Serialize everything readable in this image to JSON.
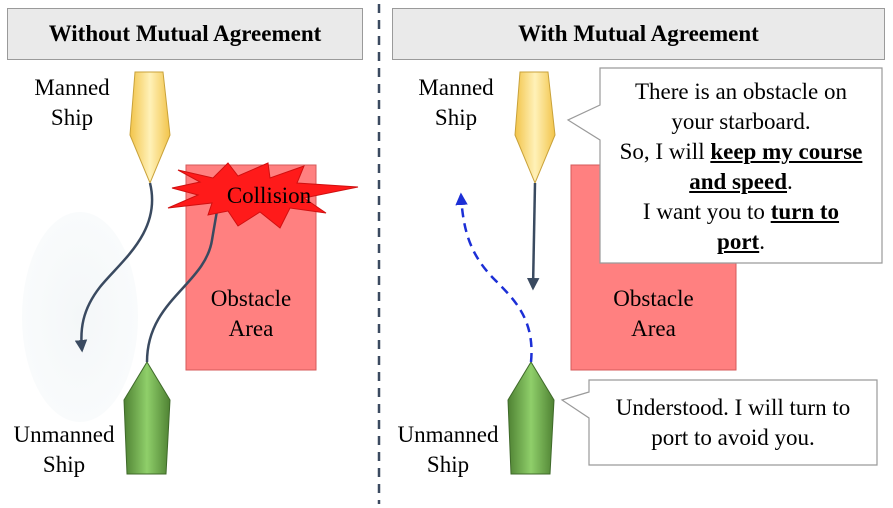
{
  "headers": {
    "left": "Without Mutual Agreement",
    "right": "With Mutual Agreement"
  },
  "left_panel": {
    "manned_line1": "Manned",
    "manned_line2": "Ship",
    "unmanned_line1": "Unmanned",
    "unmanned_line2": "Ship",
    "obstacle_line1": "Obstacle",
    "obstacle_line2": "Area",
    "collision": "Collision"
  },
  "right_panel": {
    "manned_line1": "Manned",
    "manned_line2": "Ship",
    "unmanned_line1": "Unmanned",
    "unmanned_line2": "Ship",
    "obstacle_line1": "Obstacle",
    "obstacle_line2": "Area"
  },
  "manned_message": {
    "line1": "There is an obstacle on",
    "line2": "your starboard.",
    "line3_prefix": "So, I will ",
    "line3_bold": "keep my course",
    "line4_bold": "and speed",
    "line4_suffix": ".",
    "line5_prefix": "I want you to ",
    "line5_bold": "turn to",
    "line6_bold": "port",
    "line6_suffix": "."
  },
  "unmanned_message": {
    "line1": "Understood. I will turn to",
    "line2": "port to avoid you."
  },
  "colors": {
    "manned_ship": "#f7d36c",
    "unmanned_ship": "#5e9a3c",
    "obstacle": "#ff8080",
    "collision": "#ff1a1a",
    "path_solid": "#3a4a60",
    "path_dashed": "#1c2fd6"
  }
}
